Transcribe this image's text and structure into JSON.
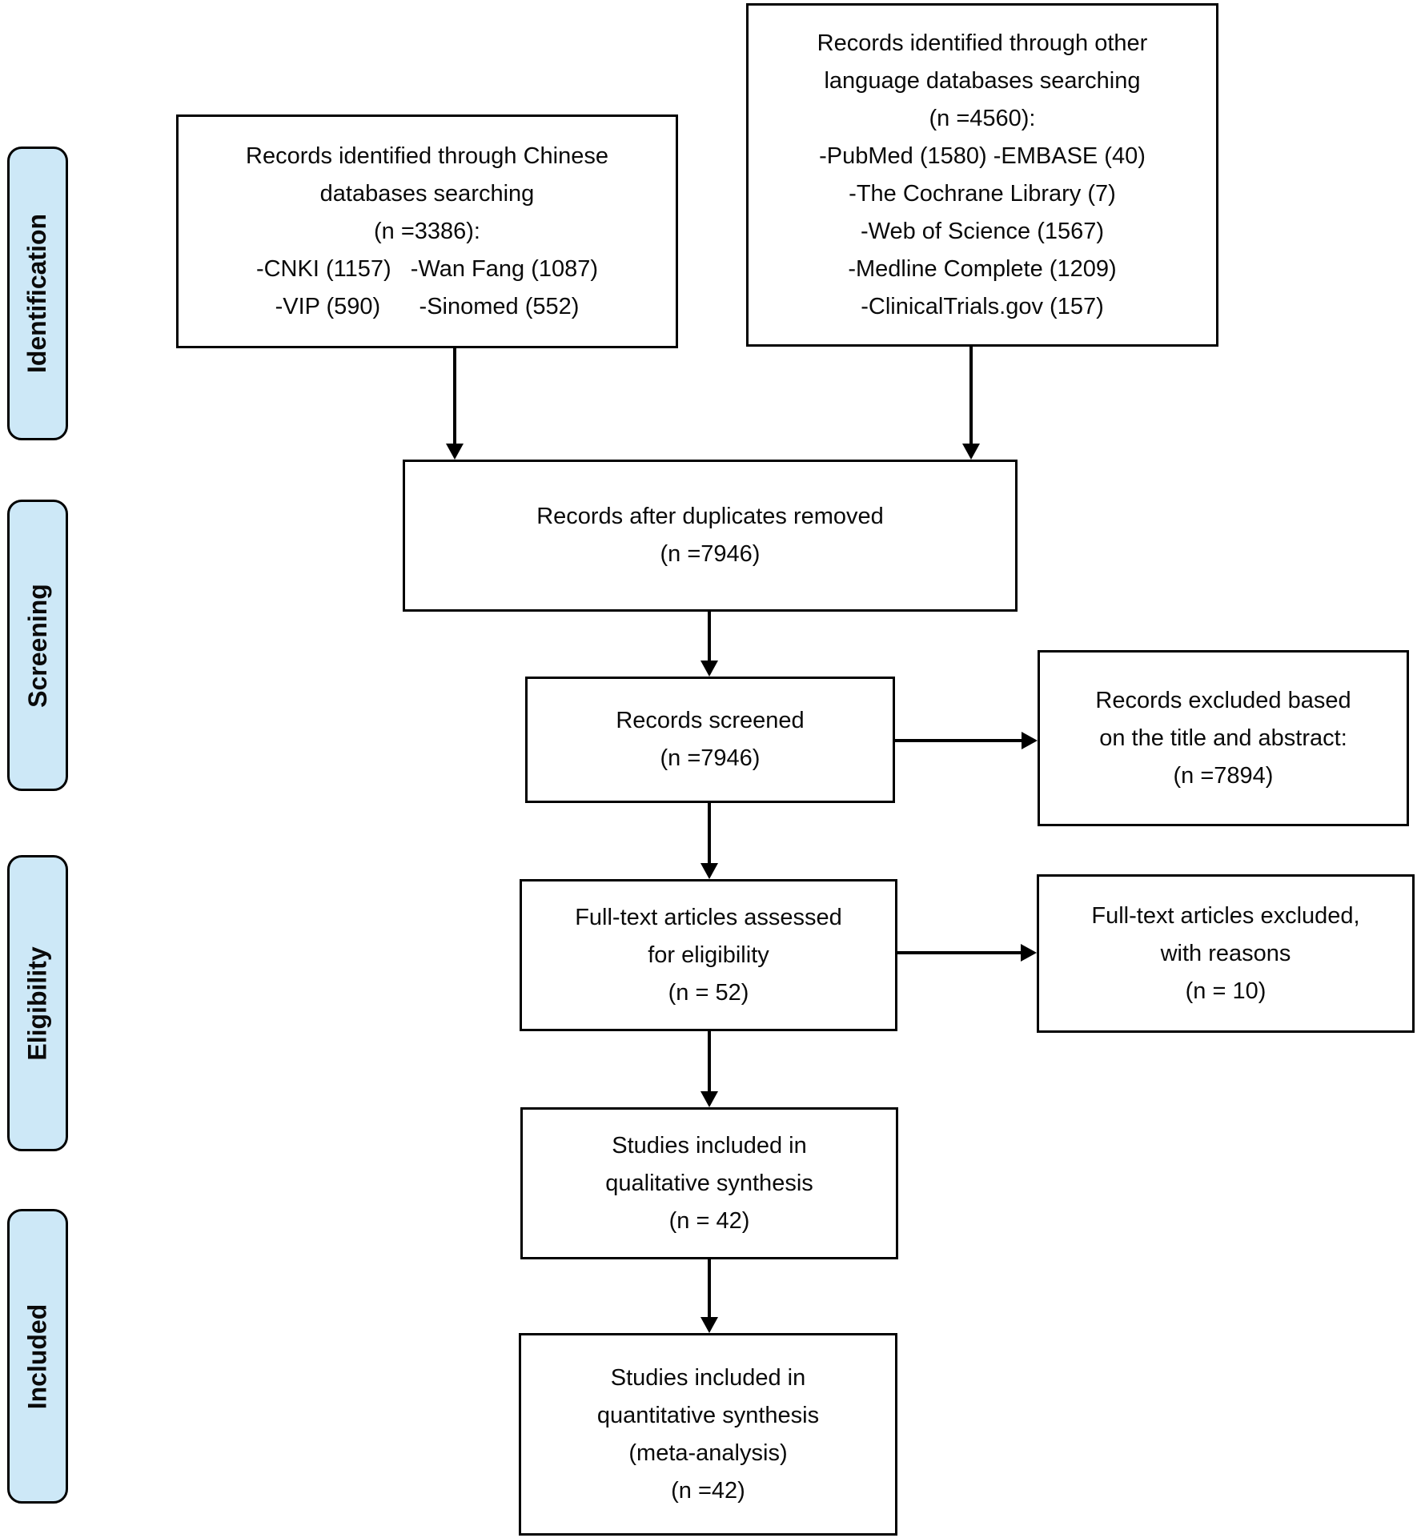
{
  "figure": {
    "background_color": "#ffffff",
    "line_color": "#000000",
    "stage_fill_color": "#cde8f7",
    "stage_labels": [
      "Identification",
      "Screening",
      "Eligibility",
      "Included"
    ],
    "boxes": {
      "chinese_db": {
        "lines": [
          "Records identified through Chinese",
          "databases searching",
          "(n =3386):",
          "-CNKI (1157)   -Wan Fang (1087)",
          "-VIP (590)      -Sinomed (552)"
        ]
      },
      "other_db": {
        "lines": [
          "Records identified through other",
          "language databases searching",
          "(n =4560):",
          "-PubMed (1580) -EMBASE (40)",
          "-The Cochrane Library (7)",
          "-Web of Science (1567)",
          "-Medline Complete (1209)",
          "-ClinicalTrials.gov (157)"
        ]
      },
      "duplicates_removed": {
        "lines": [
          "Records after duplicates removed",
          "(n =7946)"
        ]
      },
      "records_screened": {
        "lines": [
          "Records screened",
          "(n =7946)"
        ]
      },
      "records_excluded": {
        "lines": [
          "Records excluded based",
          "on the title and abstract:",
          "(n =7894)"
        ]
      },
      "fulltext_assessed": {
        "lines": [
          "Full-text articles assessed",
          "for eligibility",
          "(n = 52)"
        ]
      },
      "fulltext_excluded": {
        "lines": [
          "Full-text articles excluded,",
          "with reasons",
          "(n = 10)"
        ]
      },
      "qualitative_synthesis": {
        "lines": [
          "Studies included in",
          "qualitative synthesis",
          "(n = 42)"
        ]
      },
      "quantitative_synthesis": {
        "lines": [
          "Studies included in",
          "quantitative synthesis",
          "(meta-analysis)",
          "(n =42)"
        ]
      }
    }
  }
}
